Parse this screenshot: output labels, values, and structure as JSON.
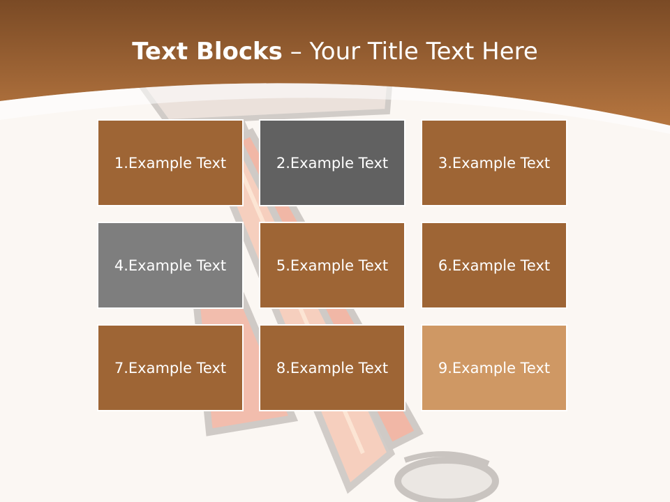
{
  "slide": {
    "title_bold": "Text Blocks",
    "title_dash": " – ",
    "title_rest": "Your Title Text Here"
  },
  "blocks": [
    {
      "label": "1.Example Text",
      "color": "#9e6535"
    },
    {
      "label": "2.Example Text",
      "color": "#616161"
    },
    {
      "label": "3.Example Text",
      "color": "#9e6535"
    },
    {
      "label": "4.Example Text",
      "color": "#7e7e7e"
    },
    {
      "label": "5.Example Text",
      "color": "#9e6535"
    },
    {
      "label": "6.Example Text",
      "color": "#9e6535"
    },
    {
      "label": "7.Example Text",
      "color": "#9e6535"
    },
    {
      "label": "8.Example Text",
      "color": "#9e6535"
    },
    {
      "label": "9.Example Text",
      "color": "#cf9864"
    }
  ],
  "colors": {
    "header_dark": "#7a4a25",
    "header_light": "#b67640",
    "background": "#fbf7f3"
  },
  "icons": {
    "background_art": "mallet-illustration"
  }
}
